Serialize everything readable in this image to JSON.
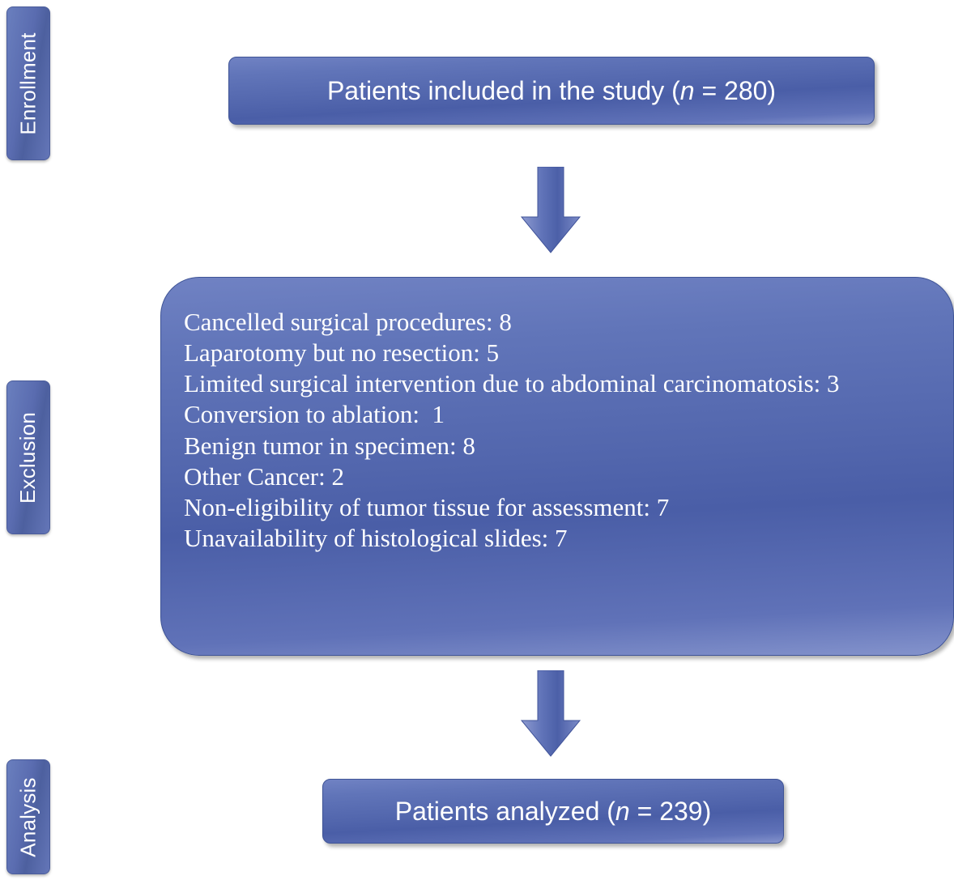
{
  "diagram": {
    "type": "flowchart",
    "title": "Patient inclusion and exclusion flow diagram",
    "accent_color": "#5266ad",
    "text_color": "#ffffff",
    "background_color": "#ffffff"
  },
  "phases": [
    {
      "id": "enrollment",
      "label": "Enrollment"
    },
    {
      "id": "exclusion",
      "label": "Exclusion"
    },
    {
      "id": "analysis",
      "label": "Analysis"
    }
  ],
  "boxes": {
    "included": {
      "text": "Patients included in the study (n = 280)",
      "prefix": "Patients included in the study (",
      "n_symbol": "n",
      "suffix": " = 280)",
      "count": 280
    },
    "analyzed": {
      "text": "Patients analyzed (n = 239)",
      "prefix": "Patients analyzed (",
      "n_symbol": "n",
      "suffix": " = 239)",
      "count": 239
    },
    "exclusion": {
      "items": [
        {
          "label": "Cancelled surgical procedures: 8",
          "value": 8
        },
        {
          "label": "Laparotomy but no resection: 5",
          "value": 5
        },
        {
          "label": "Limited surgical intervention due to abdominal carcinomatosis: 3",
          "value": 3
        },
        {
          "label": "Conversion to ablation:  1",
          "value": 1
        },
        {
          "label": "Benign tumor in specimen: 8",
          "value": 8
        },
        {
          "label": "Other Cancer: 2",
          "value": 2
        },
        {
          "label": "Non-eligibility of tumor tissue for assessment: 7",
          "value": 7
        },
        {
          "label": "Unavailability of histological slides: 7",
          "value": 7
        }
      ]
    }
  },
  "arrows": [
    {
      "id": "arrow-enrollment-to-exclusion",
      "direction": "down"
    },
    {
      "id": "arrow-exclusion-to-analysis",
      "direction": "down"
    }
  ]
}
